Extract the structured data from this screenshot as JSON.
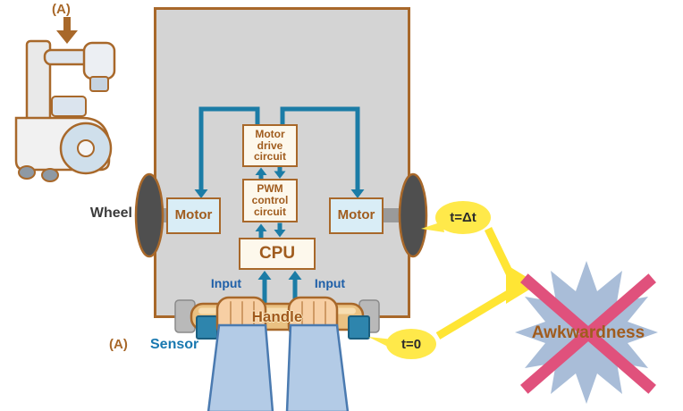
{
  "machine": {
    "pointer_label_top": "(A)",
    "pointer_label_bottom": "(A)"
  },
  "diagram": {
    "wheel_label": "Wheel",
    "sensor_label": "Sensor",
    "handle_label": "Handle",
    "input_left_label": "Input",
    "input_right_label": "Input",
    "boxes": {
      "motor_drive": "Motor drive circuit",
      "pwm_control": "PWM control circuit",
      "cpu": "CPU",
      "motor_left": "Motor",
      "motor_right": "Motor"
    }
  },
  "callouts": {
    "t_delta": "t=Δt",
    "t_zero": "t=0"
  },
  "result": {
    "label": "Awkwardness"
  },
  "colors": {
    "arrow_teal": "#1b7ca6",
    "outline_brown": "#a8682a",
    "text_brown": "#a05c1e",
    "body_gray": "#d4d4d4",
    "motor_fill": "#d9edf6",
    "circuit_box_fill": "#fdf8ec",
    "handle_fill": "#eac182",
    "sensor_blue": "#2e85ad",
    "callout_yellow": "#ffe94a",
    "starburst_blue": "#a9bdd8",
    "cross_pink": "#e0517c",
    "input_label_blue": "#1e5fa8",
    "wheel_dark": "#4f4f4f"
  }
}
